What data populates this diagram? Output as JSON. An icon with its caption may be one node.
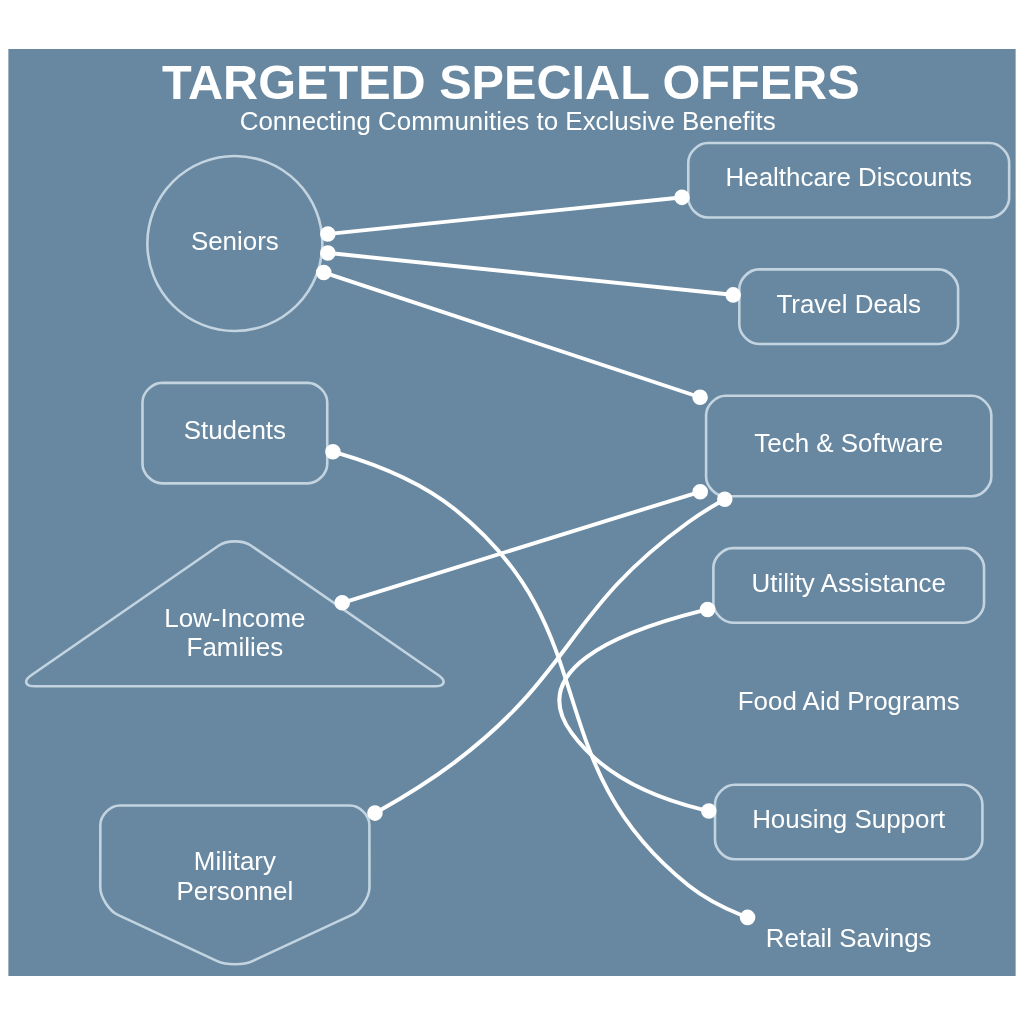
{
  "diagram": {
    "title": "TARGETED SPECIAL OFFERS",
    "caption": "Connecting Communities to Exclusive Benefits",
    "nodes": [
      {
        "text": [
          "Seniors"
        ]
      },
      {
        "text": [
          "Students"
        ]
      },
      {
        "text": [
          "Low-Income Families"
        ]
      },
      {
        "text": [
          "Military Personnel"
        ]
      },
      {
        "text": [
          "Healthcare Discounts"
        ]
      },
      {
        "text": [
          "Travel Deals"
        ]
      },
      {
        "text": [
          "Tech & Software"
        ]
      },
      {
        "text": [
          "Utility Assistance"
        ]
      },
      {
        "text": [
          "Housing Support"
        ]
      },
      {
        "text": [
          "Retail Savings"
        ]
      }
    ],
    "edges": [
      {
        "from": 0,
        "to": 4,
        "arrow": "other"
      },
      {
        "from": 0,
        "to": 5,
        "arrow": "other"
      },
      {
        "from": 0,
        "to": 6,
        "arrow": "other"
      },
      {
        "from": 1,
        "to": 9,
        "arrow": "other"
      },
      {
        "from": 2,
        "to": 6,
        "arrow": "other"
      },
      {
        "from": 3,
        "to": 6,
        "arrow": "other"
      },
      {
        "from": 7,
        "to": 8,
        "arrow": "other"
      }
    ],
    "labels": [
      "Food Aid Programs"
    ]
  }
}
